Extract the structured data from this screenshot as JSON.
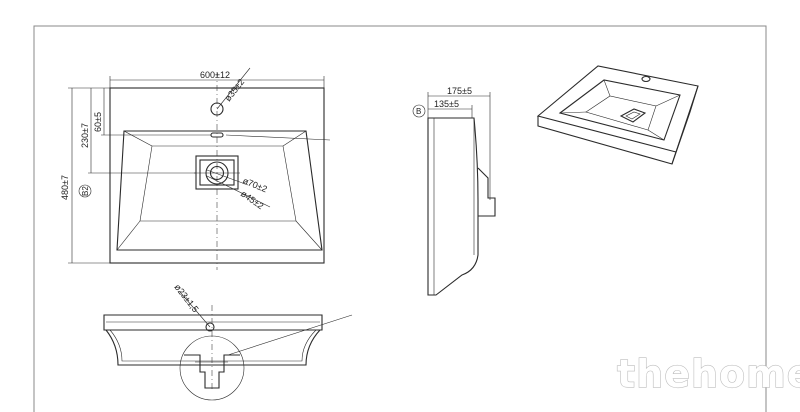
{
  "dimensions": {
    "width": "600±12",
    "depth": "480±7",
    "tap_hole_offset": "230±7",
    "drain_offset": "60±5",
    "tap_hole_diameter": "ø35±2",
    "drain_outer_diameter": "ø70±2",
    "drain_inner_diameter": "ø45±2",
    "overflow_diameter": "ø23±1,5",
    "side_depth_total": "175±5",
    "side_depth_bowl": "135±5"
  },
  "section_markers": {
    "plan_marker": "B2",
    "side_marker": "B"
  },
  "watermark": "thehome",
  "colors": {
    "line": "#2b2b2b",
    "frame": "#888888",
    "background": "#ffffff"
  }
}
